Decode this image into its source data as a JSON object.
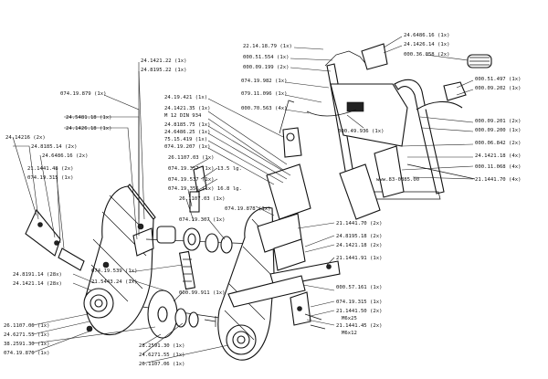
{
  "labels": [
    {
      "text": "22.14.18.79 (1x)"
    },
    {
      "text": "24.6486.16 (1x)"
    },
    {
      "text": "24.1426.14 (1x)"
    },
    {
      "text": "000.51.554 (1x)"
    },
    {
      "text": "000.36.058 (2x)"
    },
    {
      "text": "000.09.199 (2x)"
    },
    {
      "text": "24.1421.22 (1x)"
    },
    {
      "text": "24.8195.22 (1x)"
    },
    {
      "text": "074.19.982 (1x)"
    },
    {
      "text": "079.11.096 (1x)"
    },
    {
      "text": "000.70.563 (4x)"
    },
    {
      "text": "24.19.421 (1x)"
    },
    {
      "text": "000.51.497 (1x)"
    },
    {
      "text": "000.09.202 (1x)"
    },
    {
      "text": "074.19.879 (1x)"
    },
    {
      "text": "24.1421.35 (1x)"
    },
    {
      "text": "M 12 DIN 934"
    },
    {
      "text": "24.8185.75 (1x)"
    },
    {
      "text": "24.6486.25 (1x)"
    },
    {
      "text": "75.15.419 (1x)"
    },
    {
      "text": "000.49.936 (1x)"
    },
    {
      "text": "000.09.201 (2x)"
    },
    {
      "text": "000.09.200 (1x)"
    },
    {
      "text": "24.5481.18 (1x)"
    },
    {
      "text": "24.1426.18 (1x)"
    },
    {
      "text": "074.19.207 (1x)"
    },
    {
      "text": "000.06.842 (2x)"
    },
    {
      "text": "24.14216 (2x)"
    },
    {
      "text": "24.8185.14 (2x)"
    },
    {
      "text": "26.1107.03 (1x)"
    },
    {
      "text": "24.1421.18 (4x)"
    },
    {
      "text": "24.6486.16 (2x)"
    },
    {
      "text": "074.19.357 (1x) 13.5 lg."
    },
    {
      "text": "000.11.068 (4x)"
    },
    {
      "text": "21.1441.48 (2x)"
    },
    {
      "text": "074.19.537 (1x)"
    },
    {
      "text": "21.1441.70 (4x)"
    },
    {
      "text": "074.19.315 (1x)"
    },
    {
      "text": "074.19.356 (1x) 16.8 lg."
    },
    {
      "text": "26.1107.03 (1x)"
    },
    {
      "text": "074.19.878 (1x)"
    },
    {
      "text": "074.19.307 (1x)"
    },
    {
      "text": "21.1441.70 (2x)"
    },
    {
      "text": "24.8195.18 (2x)"
    },
    {
      "text": "24.1421.18 (2x)"
    },
    {
      "text": "21.1441.91 (1x)"
    },
    {
      "text": "24.8191.14 (28x)"
    },
    {
      "text": "24.1421.14 (28x)"
    },
    {
      "text": "074.19.539 (1x)"
    },
    {
      "text": "21.5443.24 (1x)"
    },
    {
      "text": "000.57.161 (1x)"
    },
    {
      "text": "000.99.911 (1x)"
    },
    {
      "text": "074.19.315 (1x)"
    },
    {
      "text": "26.1107.06 (1x)"
    },
    {
      "text": "24.6271.55 (1x)"
    },
    {
      "text": "38.2591.30 (1x)"
    },
    {
      "text": "074.19.876 (1x)"
    },
    {
      "text": "21.1441.50 (2x)"
    },
    {
      "text": "M6x25"
    },
    {
      "text": "28.2591.30 (1x)"
    },
    {
      "text": "24.6271.55 (1x)"
    },
    {
      "text": "26.1107.06 (1x)"
    },
    {
      "text": "21.1441.45 (2x)"
    },
    {
      "text": "M6x12"
    }
  ],
  "url": "www.83-0885.00"
}
